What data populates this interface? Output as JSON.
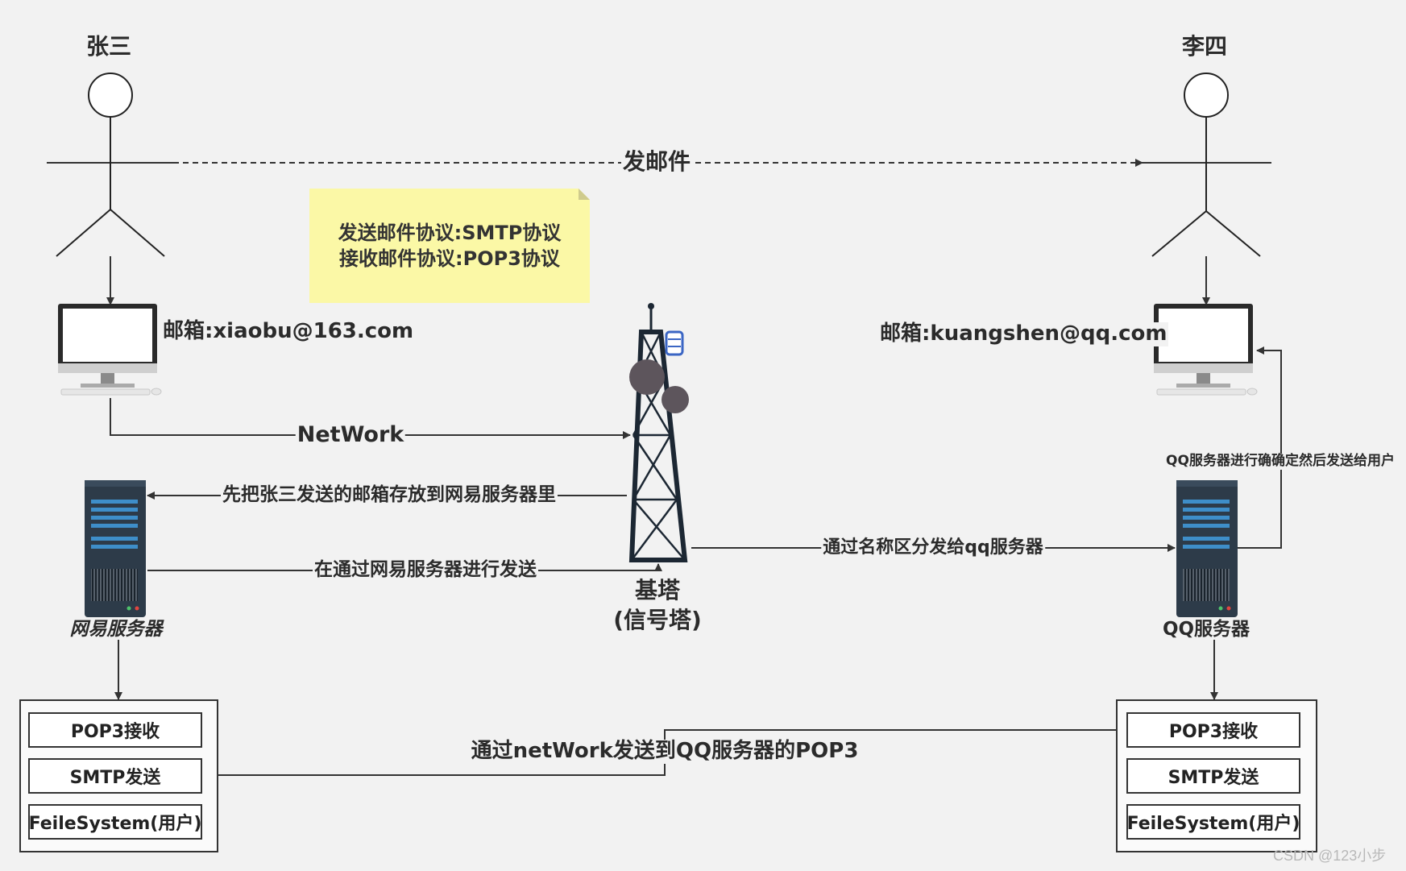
{
  "actors": {
    "sender": {
      "name": "张三",
      "email": "邮箱:xiaobu@163.com"
    },
    "receiver": {
      "name": "李四",
      "email": "邮箱:kuangshen@qq.com"
    }
  },
  "send_mail_label": "发邮件",
  "note": {
    "line1": "发送邮件协议:SMTP协议",
    "line2": "接收邮件协议:POP3协议"
  },
  "flows": {
    "network": "NetWork",
    "store_netease": "先把张三发送的邮箱存放到网易服务器里",
    "send_via_netease": "在通过网易服务器进行发送",
    "route_to_qq": "通过名称区分发给qq服务器",
    "qq_confirm": "QQ服务器进行确确定然后发送给用户",
    "pop3_transfer": "通过netWork发送到QQ服务器的POP3"
  },
  "tower": {
    "line1": "基塔",
    "line2": "(信号塔)"
  },
  "servers": {
    "netease": "网易服务器",
    "qq": "QQ服务器"
  },
  "protocol_stacks": {
    "left": [
      "POP3接收",
      "SMTP发送",
      "FeileSystem(用户)"
    ],
    "right": [
      "POP3接收",
      "SMTP发送",
      "FeileSystem(用户)"
    ]
  },
  "watermark": "CSDN @123小步",
  "colors": {
    "background": "#f2f2f2",
    "note": "#fbf8a6",
    "server_body": "#2d3b49",
    "server_stripe": "#3e8ec9",
    "tower_accent": "#3b66c4"
  }
}
